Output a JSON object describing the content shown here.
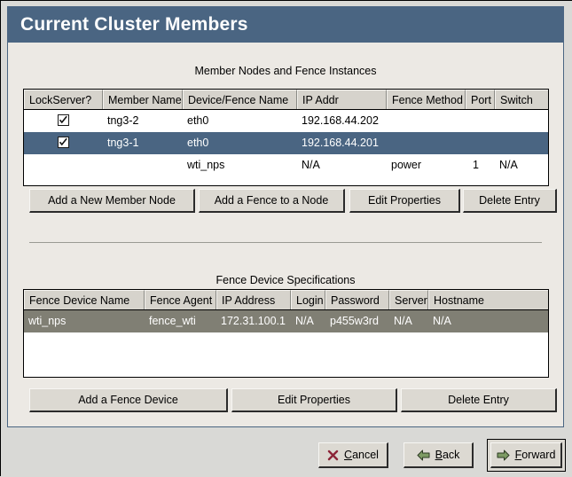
{
  "window": {
    "title": "Current Cluster Members",
    "titlebar_color": "#4a6582",
    "background_color": "#d9d9d6",
    "panel_color": "#ece9e4"
  },
  "member_section": {
    "title": "Member Nodes and Fence Instances",
    "columns": [
      "LockServer?",
      "Member Name",
      "Device/Fence Name",
      "IP Addr",
      "Fence Method",
      "Port",
      "Switch"
    ],
    "rows": [
      {
        "lockserver": "checked",
        "member_name": "tng3-2",
        "device_fence_name": "eth0",
        "ip_addr": "192.168.44.202",
        "fence_method": "",
        "port": "",
        "switch": "",
        "selected": "false"
      },
      {
        "lockserver": "checked",
        "member_name": "tng3-1",
        "device_fence_name": "eth0",
        "ip_addr": "192.168.44.201",
        "fence_method": "",
        "port": "",
        "switch": "",
        "selected": "true"
      },
      {
        "lockserver": "",
        "member_name": "",
        "device_fence_name": "wti_nps",
        "ip_addr": "N/A",
        "fence_method": "power",
        "port": "1",
        "switch": "N/A",
        "selected": "false"
      }
    ],
    "buttons": [
      {
        "label": "Add a New Member Node"
      },
      {
        "label": "Add a Fence to a Node"
      },
      {
        "label": "Edit Properties"
      },
      {
        "label": "Delete Entry"
      }
    ],
    "selection_color": "#4a6582"
  },
  "fence_section": {
    "title": "Fence Device Specifications",
    "columns": [
      "Fence Device Name",
      "Fence Agent",
      "IP Address",
      "Login",
      "Password",
      "Server",
      "Hostname"
    ],
    "rows": [
      {
        "fence_device_name": "wti_nps",
        "fence_agent": "fence_wti",
        "ip_address": "172.31.100.1",
        "login": "N/A",
        "password": "p455w3rd",
        "server": "N/A",
        "hostname": "N/A",
        "selected": "true"
      }
    ],
    "buttons": [
      {
        "label": "Add a Fence Device"
      },
      {
        "label": "Edit Properties"
      },
      {
        "label": "Delete Entry"
      }
    ],
    "selection_color": "#807f74"
  },
  "wizard_bar": {
    "cancel": {
      "icon": "x-mark-icon",
      "mnemonic": "C",
      "rest": "ancel",
      "color": "#8c2437"
    },
    "back": {
      "icon": "arrow-left-icon",
      "mnemonic": "B",
      "rest": "ack",
      "color": "#6f8f56"
    },
    "forward": {
      "icon": "arrow-right-icon",
      "mnemonic": "F",
      "rest": "orward",
      "color": "#6f8f56",
      "focused": "true"
    }
  }
}
